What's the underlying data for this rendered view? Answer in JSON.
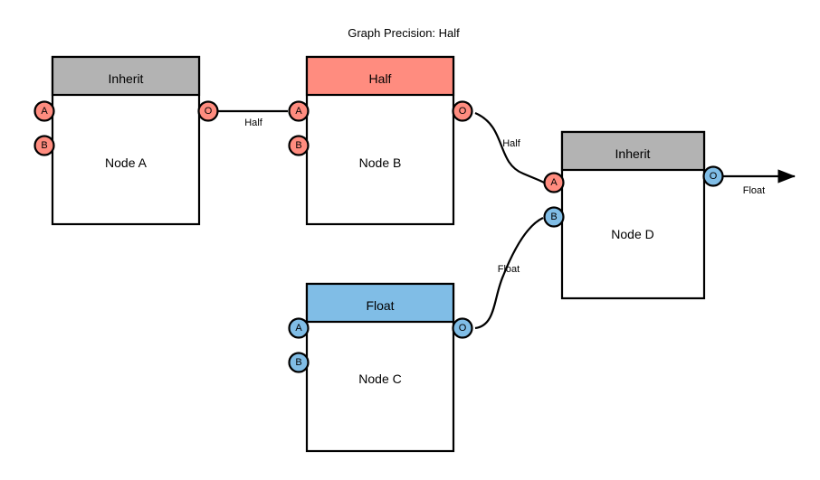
{
  "diagram": {
    "title": "Graph Precision: Half",
    "colors": {
      "inherit": "#b3b3b3",
      "half": "#ff8c7f",
      "float": "#80bde6",
      "stroke": "#000000",
      "background": "#ffffff"
    },
    "nodes": [
      {
        "id": "node-a",
        "name": "Node A",
        "precision": "Inherit",
        "header_color": "#b3b3b3",
        "ports": [
          {
            "id": "a-in-a",
            "label": "A",
            "kind": "input",
            "color": "#ff8c7f"
          },
          {
            "id": "a-in-b",
            "label": "B",
            "kind": "input",
            "color": "#ff8c7f"
          },
          {
            "id": "a-out-o",
            "label": "O",
            "kind": "output",
            "color": "#ff8c7f"
          }
        ]
      },
      {
        "id": "node-b",
        "name": "Node B",
        "precision": "Half",
        "header_color": "#ff8c7f",
        "ports": [
          {
            "id": "b-in-a",
            "label": "A",
            "kind": "input",
            "color": "#ff8c7f"
          },
          {
            "id": "b-in-b",
            "label": "B",
            "kind": "input",
            "color": "#ff8c7f"
          },
          {
            "id": "b-out-o",
            "label": "O",
            "kind": "output",
            "color": "#ff8c7f"
          }
        ]
      },
      {
        "id": "node-c",
        "name": "Node C",
        "precision": "Float",
        "header_color": "#80bde6",
        "ports": [
          {
            "id": "c-in-a",
            "label": "A",
            "kind": "input",
            "color": "#80bde6"
          },
          {
            "id": "c-in-b",
            "label": "B",
            "kind": "input",
            "color": "#80bde6"
          },
          {
            "id": "c-out-o",
            "label": "O",
            "kind": "output",
            "color": "#80bde6"
          }
        ]
      },
      {
        "id": "node-d",
        "name": "Node D",
        "precision": "Inherit",
        "header_color": "#b3b3b3",
        "ports": [
          {
            "id": "d-in-a",
            "label": "A",
            "kind": "input",
            "color": "#ff8c7f"
          },
          {
            "id": "d-in-b",
            "label": "B",
            "kind": "input",
            "color": "#80bde6"
          },
          {
            "id": "d-out-o",
            "label": "O",
            "kind": "output",
            "color": "#80bde6"
          }
        ]
      }
    ],
    "edges": [
      {
        "id": "edge-a-to-b",
        "label": "Half",
        "from": "node-a.O",
        "to": "node-b.A",
        "shape": "straight"
      },
      {
        "id": "edge-b-to-d",
        "label": "Half",
        "from": "node-b.O",
        "to": "node-d.A",
        "shape": "curve"
      },
      {
        "id": "edge-c-to-d",
        "label": "Float",
        "from": "node-c.O",
        "to": "node-d.B",
        "shape": "curve"
      },
      {
        "id": "edge-d-out",
        "label": "Float",
        "from": "node-d.O",
        "to": "output-arrow",
        "shape": "arrow"
      }
    ]
  }
}
